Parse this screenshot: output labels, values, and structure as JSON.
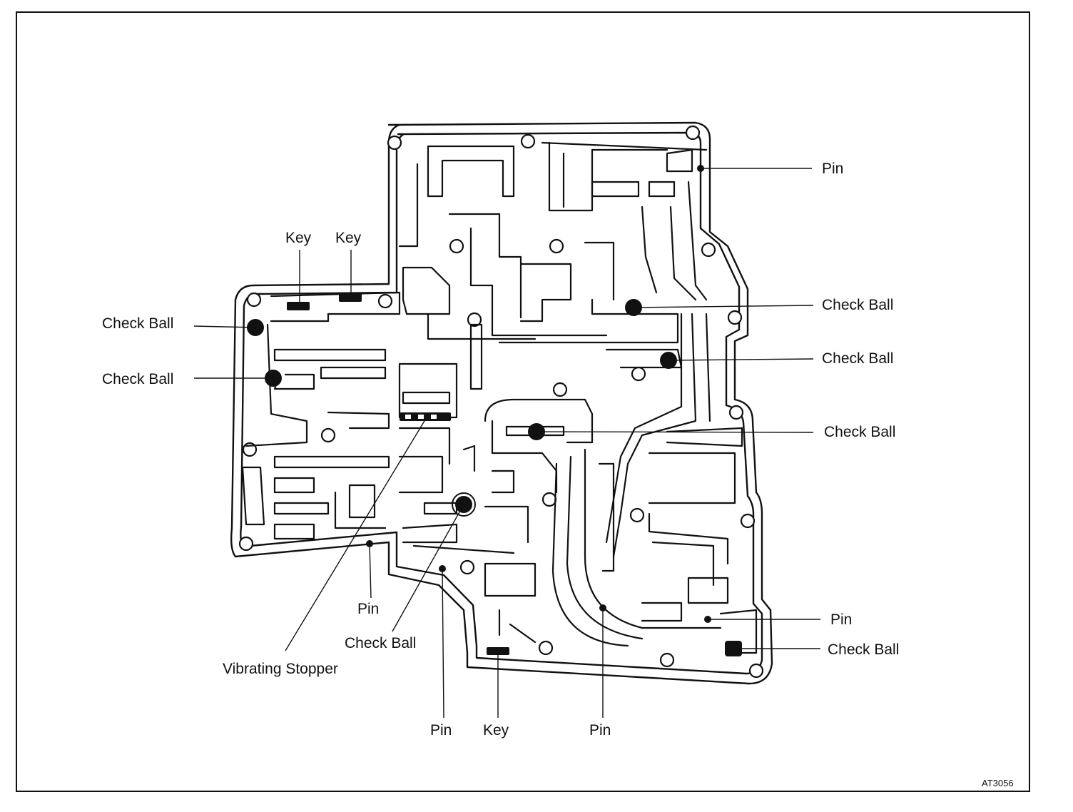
{
  "diagram": {
    "figure_code": "AT3056",
    "labels": {
      "pin_top_right": "Pin",
      "key_left_1": "Key",
      "key_left_2": "Key",
      "check_ball_upper_right_1": "Check Ball",
      "check_ball_upper_right_2": "Check Ball",
      "check_ball_left_1": "Check Ball",
      "check_ball_left_2": "Check Ball",
      "check_ball_mid_right": "Check Ball",
      "pin_bottom_left": "Pin",
      "check_ball_bottom_center": "Check Ball",
      "vibrating_stopper": "Vibrating Stopper",
      "pin_bottom_1": "Pin",
      "key_bottom": "Key",
      "pin_bottom_2": "Pin",
      "pin_bottom_right": "Pin",
      "check_ball_bottom_right": "Check Ball"
    }
  }
}
